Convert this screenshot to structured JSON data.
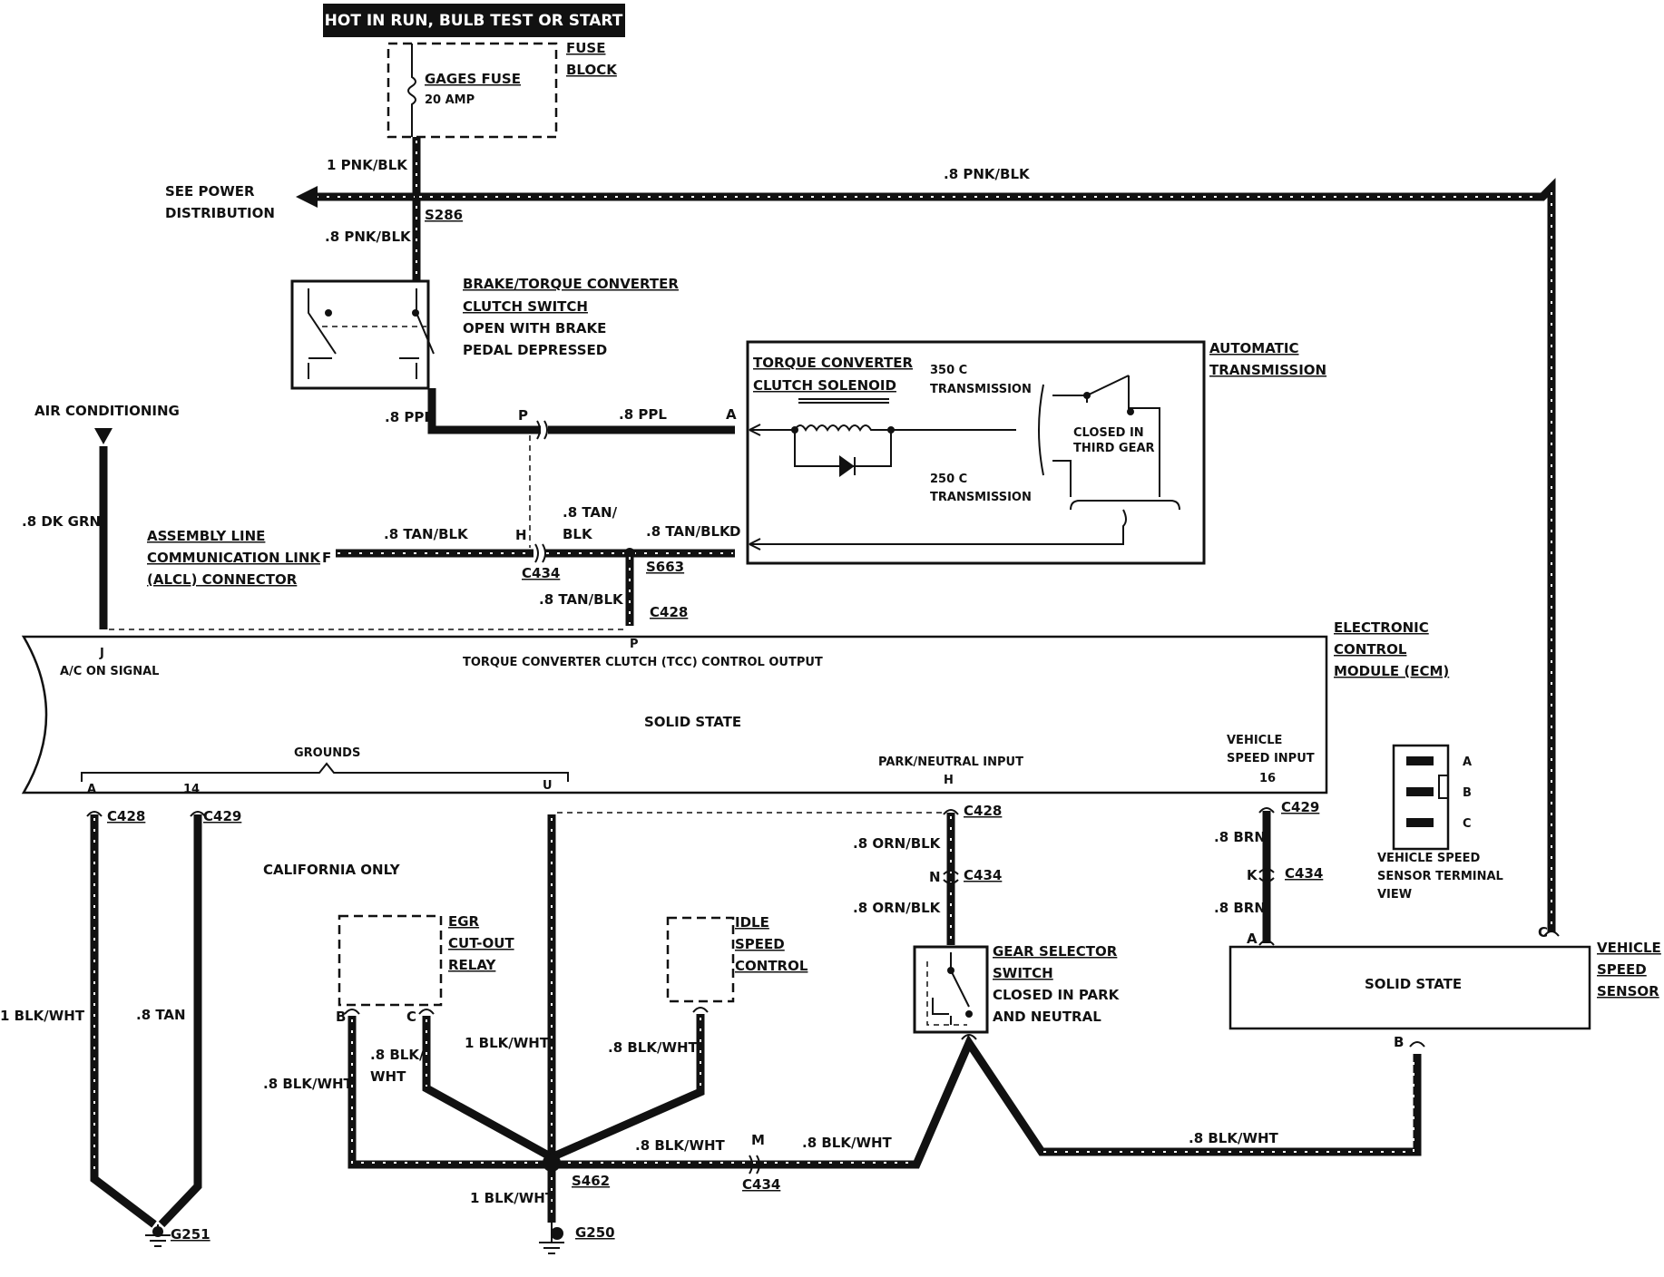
{
  "header": {
    "banner": "HOT IN RUN,  BULB TEST OR START"
  },
  "fuse_block": {
    "title_line1": "FUSE",
    "title_line2": "BLOCK",
    "fuse_name": "GAGES FUSE",
    "fuse_rating": "20 AMP"
  },
  "power": {
    "wire_1_pnk_blk": "1 PNK/BLK",
    "see_power_line1": "SEE POWER",
    "see_power_line2": "DISTRIBUTION",
    "splice_s286": "S286",
    "wire_8_pnk_blk_down": ".8 PNK/BLK",
    "wire_8_pnk_blk_top": ".8 PNK/BLK"
  },
  "brake_switch": {
    "line1": "BRAKE/TORQUE CONVERTER",
    "line2": "CLUTCH SWITCH",
    "line3": "OPEN WITH BRAKE",
    "line4": "PEDAL DEPRESSED"
  },
  "tcc": {
    "wire_8_ppl_left": ".8 PPL",
    "pin_p": "P",
    "wire_8_ppl_right": ".8 PPL",
    "pin_a": "A",
    "solenoid_line1": "TORQUE CONVERTER",
    "solenoid_line2": "CLUTCH SOLENOID",
    "trans_350_line1": "350 C",
    "trans_350_line2": "TRANSMISSION",
    "trans_250_line1": "250 C",
    "trans_250_line2": "TRANSMISSION",
    "closed_line1": "CLOSED IN",
    "closed_line2": "THIRD GEAR",
    "auto_trans_line1": "AUTOMATIC",
    "auto_trans_line2": "TRANSMISSION"
  },
  "alcl": {
    "line1": "ASSEMBLY LINE",
    "line2": "COMMUNICATION LINK",
    "pin_f": "F",
    "line3": "(ALCL) CONNECTOR",
    "wire_tan_blk_left": ".8 TAN/BLK",
    "pin_h": "H",
    "conn_c434": "C434",
    "wire_tan_blk_mid_1": ".8 TAN/",
    "wire_tan_blk_mid_2": "BLK",
    "wire_tan_blk_right": ".8 TAN/BLK",
    "pin_d": "D",
    "splice_s663": "S663",
    "wire_tan_blk_down": ".8 TAN/BLK",
    "conn_c428": "C428"
  },
  "ac": {
    "label": "AIR CONDITIONING",
    "wire": ".8 DK GRN"
  },
  "ecm": {
    "title_line1": "ELECTRONIC",
    "title_line2": "CONTROL",
    "title_line3": "MODULE (ECM)",
    "pin_j": "J",
    "ac_signal": "A/C ON SIGNAL",
    "pin_p": "P",
    "tcc_output": "TORQUE CONVERTER CLUTCH (TCC) CONTROL OUTPUT",
    "solid_state": "SOLID STATE",
    "grounds": "GROUNDS",
    "pin_a": "A",
    "pin_14": "14",
    "pin_u": "U",
    "park_neutral": "PARK/NEUTRAL INPUT",
    "pin_h": "H",
    "vss_line1": "VEHICLE",
    "vss_line2": "SPEED INPUT",
    "pin_16": "16"
  },
  "grounds": {
    "conn_c428": "C428",
    "conn_c429": "C429",
    "wire_1_blk_wht": "1 BLK/WHT",
    "wire_8_tan": ".8 TAN",
    "ground_g251": "G251",
    "california_only": "CALIFORNIA ONLY",
    "egr_line1": "EGR",
    "egr_line2": "CUT-OUT",
    "egr_line3": "RELAY",
    "egr_pin_b": "B",
    "egr_pin_c": "C",
    "egr_wire_b": ".8 BLK/WHT",
    "egr_wire_c1": ".8 BLK/",
    "egr_wire_c2": "WHT",
    "main_wire": "1 BLK/WHT",
    "idle_line1": "IDLE",
    "idle_line2": "SPEED",
    "idle_line3": "CONTROL",
    "idle_wire": ".8 BLK/WHT",
    "splice_s462": "S462",
    "ground_wire": "1 BLK/WHT",
    "ground_g250": "G250",
    "wire_right_1": ".8 BLK/WHT",
    "pin_m": "M",
    "wire_right_2": ".8 BLK/WHT",
    "conn_c434": "C434",
    "wire_right_3": ".8 BLK/WHT"
  },
  "gear_selector": {
    "conn_c428": "C428",
    "wire_top": ".8 ORN/BLK",
    "pin_n": "N",
    "conn_c434": "C434",
    "wire_bottom": ".8 ORN/BLK",
    "line1": "GEAR SELECTOR",
    "line2": "SWITCH",
    "line3": "CLOSED IN PARK",
    "line4": "AND NEUTRAL"
  },
  "vss": {
    "conn_c429": "C429",
    "wire_top": ".8 BRN",
    "pin_k": "K",
    "conn_c434": "C434",
    "wire_bottom": ".8 BRN",
    "pin_a": "A",
    "pin_c": "C",
    "pin_b": "B",
    "solid_state": "SOLID STATE",
    "title_line1": "VEHICLE",
    "title_line2": "SPEED",
    "title_line3": "SENSOR",
    "term_a": "A",
    "term_b": "B",
    "term_c": "C",
    "term_view_line1": "VEHICLE SPEED",
    "term_view_line2": "SENSOR TERMINAL",
    "term_view_line3": "VIEW"
  }
}
